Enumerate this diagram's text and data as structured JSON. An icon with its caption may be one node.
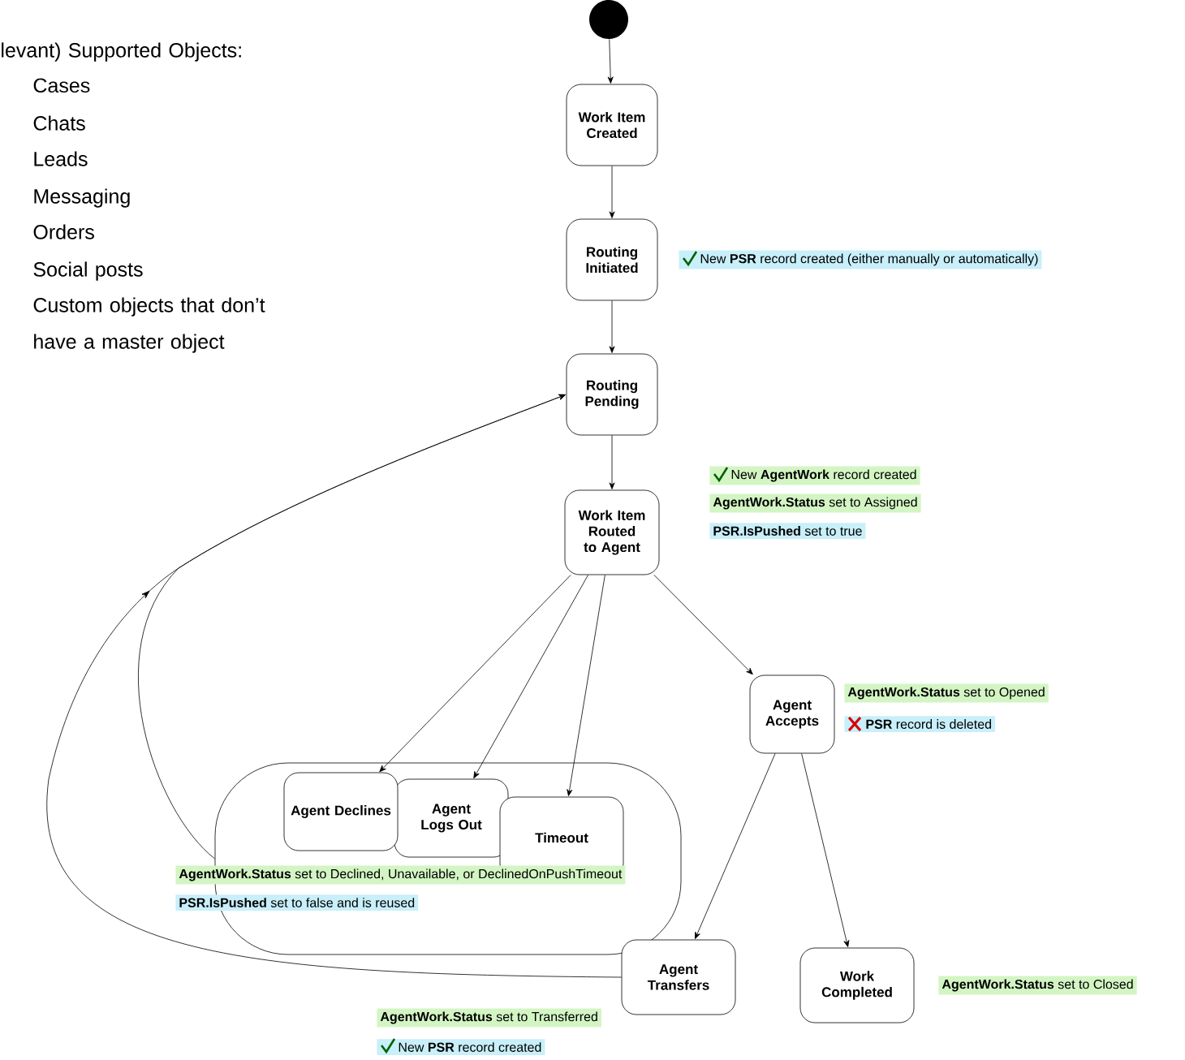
{
  "diagram": {
    "nodes": [
      {
        "text": [],
        "shape": "circle"
      },
      {
        "text": [
          "Work Item Created"
        ]
      },
      {
        "text": [
          "Routing Initiated"
        ],
        "beside": [
          "New **PSR** record created (either manually or automatically)"
        ]
      },
      {
        "text": [
          "Routing Pending"
        ]
      },
      {
        "text": [
          "Work Item Routed to Agent"
        ],
        "beside": [
          "New **AgentWork** record created",
          "**AgentWork.Status** set to Assigned",
          "**PSR.IsPushed** set to true"
        ]
      },
      {
        "text": [
          "Agent Accepts"
        ],
        "beside": [
          "**AgentWork.Status** set to Opened",
          "**PSR** record is deleted"
        ]
      },
      {
        "text": [],
        "shape": "box",
        "beside": [
          "**AgentWork.Status** set to Declined, Unavailable, or DeclinedOnPushTimeout",
          "**PSR.IsPushed** set to false and is reused"
        ]
      },
      {
        "text": [
          "Agent Declines"
        ],
        "in": 6
      },
      {
        "text": [
          "Agent Logs Out"
        ],
        "in": 6
      },
      {
        "text": [
          "Timeout"
        ],
        "in": 6
      },
      {
        "text": [
          "Agent Transfers"
        ],
        "beside": [
          "**AgentWork.Status** set to Transferred",
          "New **PSR** record created"
        ]
      },
      {
        "text": [
          "Work Completed"
        ],
        "beside": [
          "**AgentWork.Status** set to Closed"
        ]
      }
    ],
    "edges": [
      {
        "from": 0,
        "to": 1,
        "arrow": "to"
      },
      {
        "from": 1,
        "to": 2,
        "arrow": "to"
      },
      {
        "from": 2,
        "to": 3,
        "arrow": "to"
      },
      {
        "from": 3,
        "to": 4,
        "arrow": "to"
      },
      {
        "from": 4,
        "to": 7,
        "arrow": "to"
      },
      {
        "from": 4,
        "to": 8,
        "arrow": "to"
      },
      {
        "from": 4,
        "to": 9,
        "arrow": "to"
      },
      {
        "from": 4,
        "to": 5,
        "arrow": "to"
      },
      {
        "from": 5,
        "to": 10,
        "arrow": "to"
      },
      {
        "from": 5,
        "to": 11,
        "arrow": "to"
      },
      {
        "from": 6,
        "to": 3,
        "arrow": "to"
      },
      {
        "from": 10,
        "to": 3,
        "arrow": "to"
      }
    ],
    "labels": [
      "levant) Supported Objects:",
      "Cases",
      "Chats",
      "Leads",
      "Messaging",
      "Orders",
      "Social posts",
      "Custom objects that don’t have a master object"
    ]
  }
}
